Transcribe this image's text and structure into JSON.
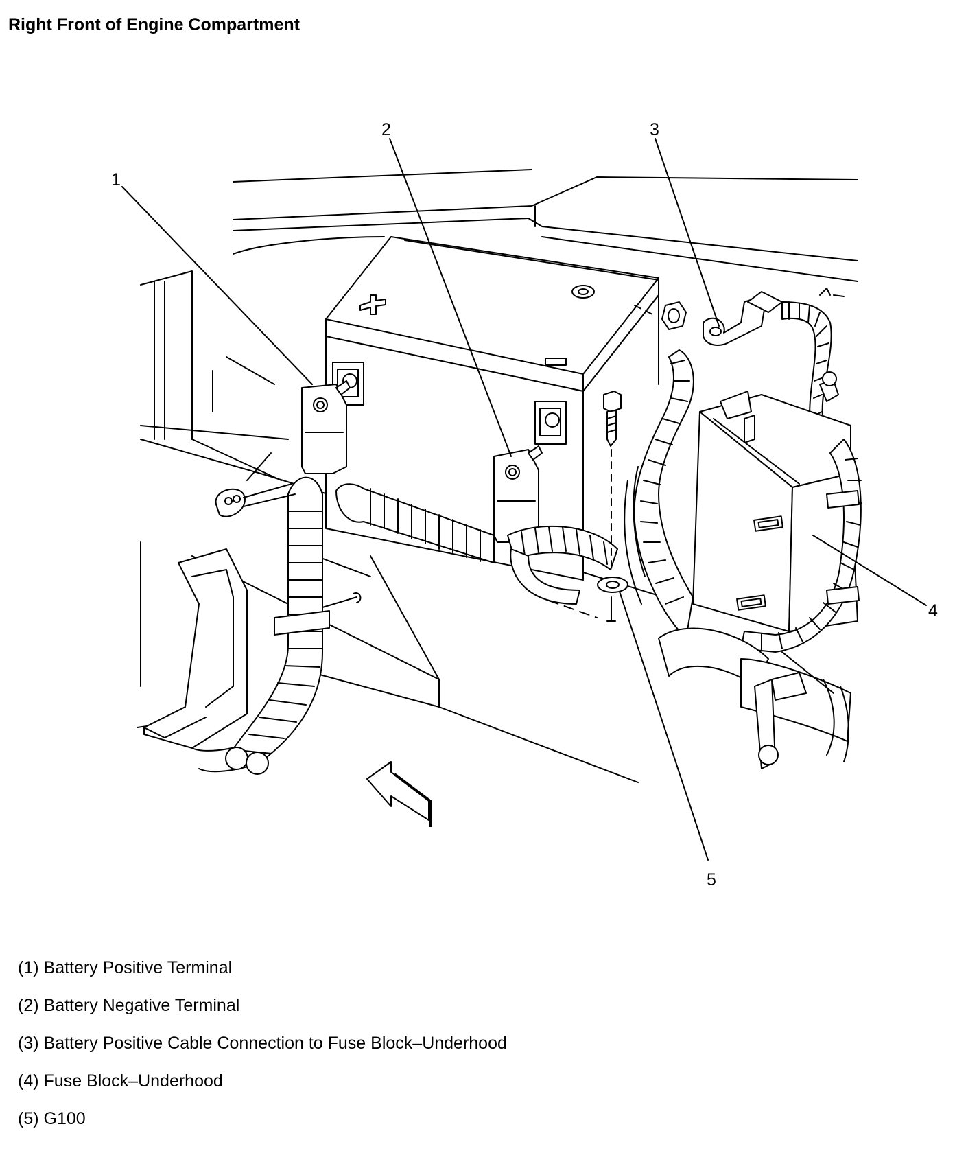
{
  "title": "Right Front of Engine Compartment",
  "callouts": [
    "1",
    "2",
    "3",
    "4",
    "5"
  ],
  "legend": [
    {
      "num": "(1)",
      "text": "Battery Positive Terminal"
    },
    {
      "num": "(2)",
      "text": "Battery Negative Terminal"
    },
    {
      "num": "(3)",
      "text": "Battery Positive Cable Connection to Fuse Block–Underhood"
    },
    {
      "num": "(4)",
      "text": "Fuse Block–Underhood"
    },
    {
      "num": "(5)",
      "text": "G100"
    }
  ]
}
